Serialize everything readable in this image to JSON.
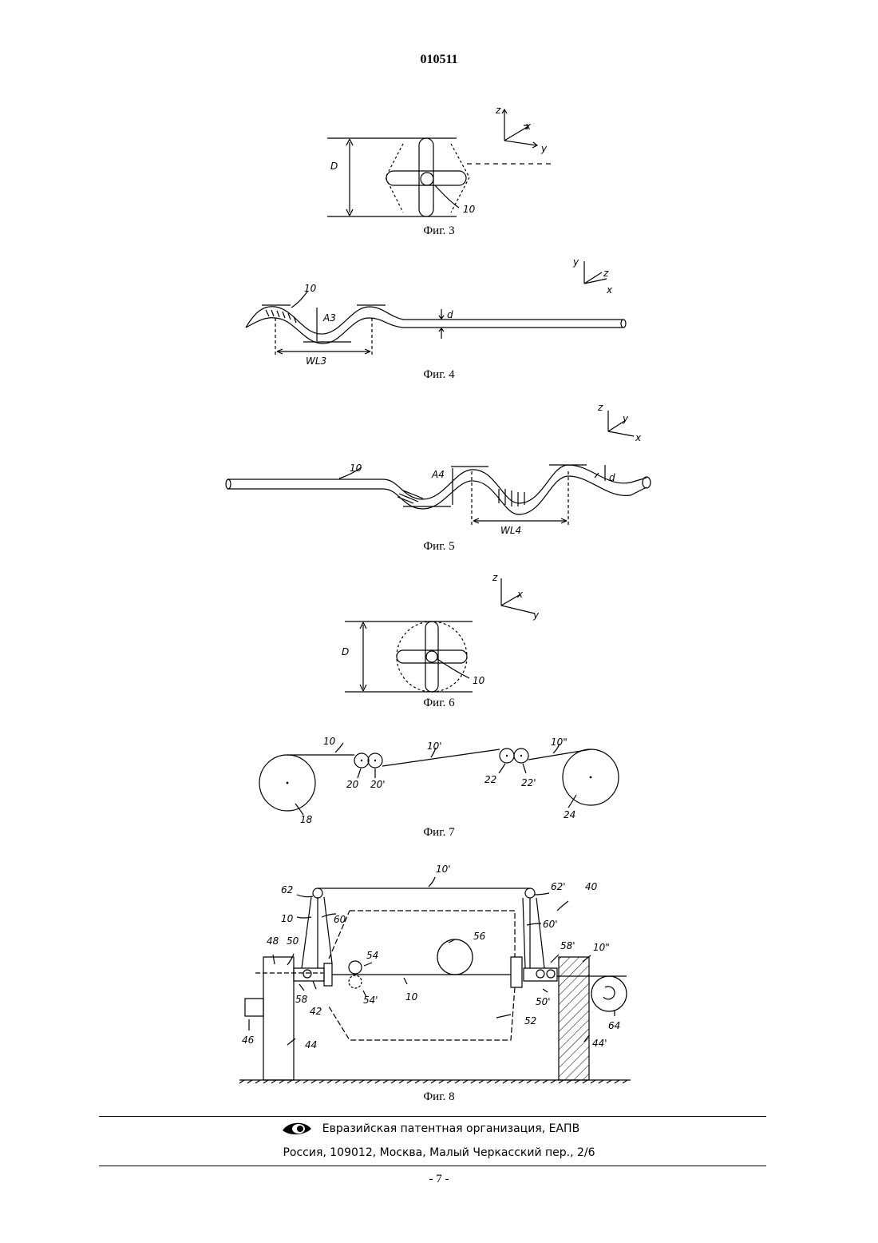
{
  "header": {
    "doc_number": "010511"
  },
  "figures": {
    "fig3": {
      "caption": "Фиг. 3",
      "labels": {
        "d": "D",
        "ref": "10",
        "ax_z": "z",
        "ax_x": "x",
        "ax_y": "y"
      }
    },
    "fig4": {
      "caption": "Фиг. 4",
      "labels": {
        "ref": "10",
        "amp": "A3",
        "wl": "WL3",
        "dia": "d",
        "ax_z": "z",
        "ax_x": "x",
        "ax_y": "y"
      }
    },
    "fig5": {
      "caption": "Фиг. 5",
      "labels": {
        "ref": "10",
        "amp": "A4",
        "wl": "WL4",
        "dia": "d",
        "ax_z": "z",
        "ax_x": "x",
        "ax_y": "y"
      }
    },
    "fig6": {
      "caption": "Фиг. 6",
      "labels": {
        "d": "D",
        "ref": "10",
        "ax_z": "z",
        "ax_x": "x",
        "ax_y": "y"
      }
    },
    "fig7": {
      "caption": "Фиг. 7",
      "labels": {
        "w1": "10",
        "w2": "10'",
        "w3": "10\"",
        "r20": "20",
        "r20b": "20'",
        "r22": "22",
        "r22b": "22'",
        "r18": "18",
        "r24": "24"
      }
    },
    "fig8": {
      "caption": "Фиг. 8",
      "labels": {
        "w1": "10'",
        "w2": "10",
        "w3": "10",
        "w4": "10\"",
        "n40": "40",
        "n42": "42",
        "n44": "44",
        "n44b": "44'",
        "n46": "46",
        "n48": "48",
        "n50": "50",
        "n50b": "50'",
        "n52": "52",
        "n54": "54",
        "n54b": "54'",
        "n56": "56",
        "n58": "58",
        "n58b": "58'",
        "n60": "60",
        "n60b": "60'",
        "n62": "62",
        "n62b": "62'",
        "n64": "64"
      }
    }
  },
  "footer": {
    "org": "Евразийская патентная организация, ЕАПВ",
    "address": "Россия, 109012, Москва, Малый Черкасский пер., 2/6",
    "page": "- 7 -"
  }
}
